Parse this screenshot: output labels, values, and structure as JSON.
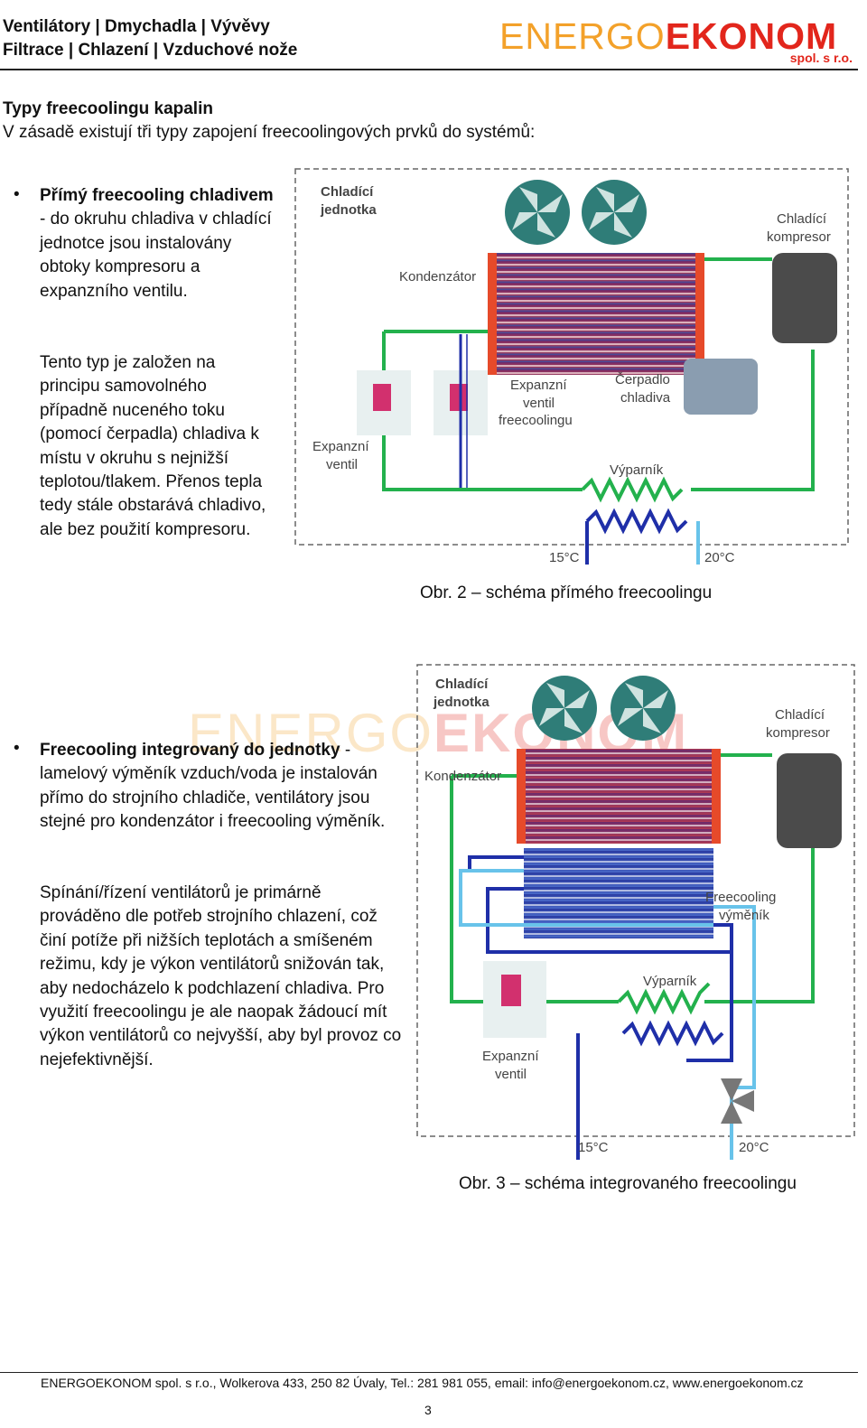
{
  "header": {
    "line1": "Ventilátory | Dmychadla | Vývěvy",
    "line2": "Filtrace | Chlazení | Vzduchové nože",
    "logo_part1": "ENERGO",
    "logo_part2": "EKONOM",
    "logo_sub": "spol. s r.o."
  },
  "section": {
    "title": "Typy freecoolingu kapalin",
    "intro": "V zásadě existují tři typy zapojení freecoolingových prvků do systémů:"
  },
  "item1": {
    "bold": "Přímý freecooling chladivem",
    "text": " - do okruhu chladiva v chladící jednotce jsou instalovány obtoky kompresoru a expanzního ventilu.",
    "para2": "Tento typ je založen na principu samovolného případně nuceného toku (pomocí čerpadla) chladiva k místu v okruhu s nejnižší teplotou/tlakem. Přenos tepla tedy stále obstarává chladivo, ale bez použití kompresoru."
  },
  "fig2": {
    "caption": "Obr. 2 – schéma přímého freecoolingu",
    "labels": {
      "unit1": "Chladící",
      "unit2": "jednotka",
      "compressor1": "Chladící",
      "compressor2": "kompresor",
      "condenser": "Kondenzátor",
      "exp_fc1": "Expanzní",
      "exp_fc2": "ventil",
      "exp_fc3": "freecoolingu",
      "pump1": "Čerpadlo",
      "pump2": "chladiva",
      "exp1": "Expanzní",
      "exp2": "ventil",
      "evaporator": "Výparník",
      "temp_in": "15°C",
      "temp_out": "20°C"
    }
  },
  "item2": {
    "bold": "Freecooling integrovaný do jednotky",
    "text": " - lamelový výměník vzduch/voda je instalován přímo do strojního chladiče, ventilátory jsou stejné pro kondenzátor i freecooling výměník.",
    "para2": "Spínání/řízení ventilátorů je primárně prováděno dle potřeb strojního chlazení, což činí potíže při nižších teplotách a smíšeném režimu, kdy je výkon ventilátorů snižován tak, aby nedocházelo k podchlazení chladiva. Pro využití freecoolingu je ale naopak žádoucí mít výkon ventilátorů co nejvyšší, aby byl provoz co nejefektivnější."
  },
  "fig3": {
    "caption": "Obr. 3 – schéma integrovaného freecoolingu",
    "labels": {
      "unit1": "Chladící",
      "unit2": "jednotka",
      "compressor1": "Chladící",
      "compressor2": "kompresor",
      "condenser": "Kondenzátor",
      "fc_hex1": "Freecooling",
      "fc_hex2": "výměník",
      "evaporator": "Výparník",
      "exp1": "Expanzní",
      "exp2": "ventil",
      "temp_in": "15°C",
      "temp_out": "20°C"
    }
  },
  "footer": {
    "text": "ENERGOEKONOM spol. s r.o., Wolkerova 433, 250 82 Úvaly, Tel.: 281 981 055, email: info@energoekonom.cz, www.energoekonom.cz",
    "page": "3"
  }
}
